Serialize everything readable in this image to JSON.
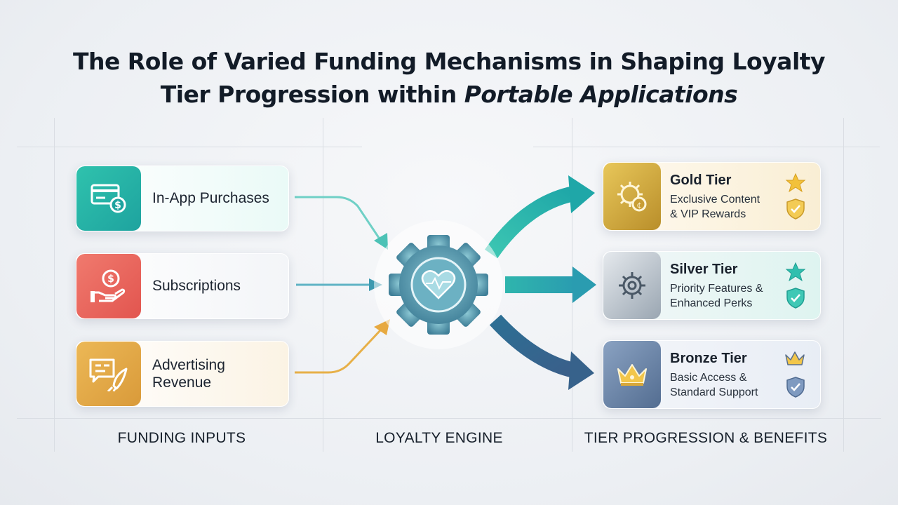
{
  "title": {
    "line1": "The Role of Varied Funding Mechanisms in Shaping Loyalty",
    "line2_plain": "Tier Progression within ",
    "line2_italic": "Portable Applications"
  },
  "inputs": [
    {
      "label": "In-App Purchases",
      "icon": "credit-card-icon",
      "color": "#25b5a6"
    },
    {
      "label": "Subscriptions",
      "icon": "hand-coin-icon",
      "color": "#ea6a62"
    },
    {
      "label": "Advertising Revenue",
      "icon": "ad-rocket-icon",
      "color": "#e4ac45"
    }
  ],
  "engine": {
    "icon": "gear-heart-icon",
    "color": "#4f93a8"
  },
  "tiers": [
    {
      "name": "Gold Tier",
      "desc_line1": "Exclusive Content",
      "desc_line2": "& VIP Rewards",
      "icon": "gear-coin-icon",
      "badges": [
        "star-icon",
        "shield-check-icon"
      ],
      "color": "#c9a43a"
    },
    {
      "name": "Silver Tier",
      "desc_line1": "Priority Features &",
      "desc_line2": "Enhanced Perks",
      "icon": "gear-icon",
      "badges": [
        "star-icon",
        "shield-check-icon"
      ],
      "color": "#a9b4c0"
    },
    {
      "name": "Bronze Tier",
      "desc_line1": "Basic Access &",
      "desc_line2": "Standard Support",
      "icon": "crown-icon",
      "badges": [
        "crown-icon",
        "shield-check-icon"
      ],
      "color": "#6c86a6"
    }
  ],
  "footer": {
    "inputs": "FUNDING INPUTS",
    "engine": "LOYALTY ENGINE",
    "tiers": "TIER PROGRESSION & BENEFITS"
  }
}
